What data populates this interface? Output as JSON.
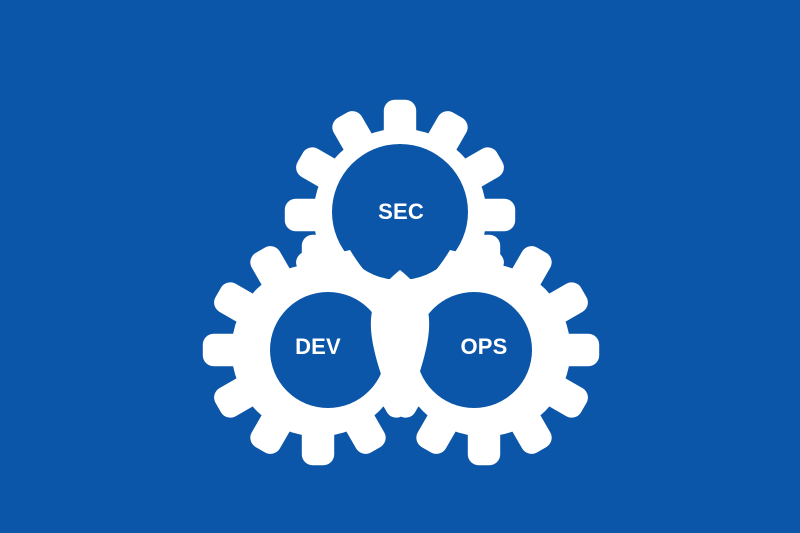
{
  "colors": {
    "background": "#0b56a8",
    "gear": "#ffffff",
    "gear_core": "#0b56a8"
  },
  "diagram": {
    "gears": [
      {
        "id": "sec",
        "label": "SEC",
        "icon": "gear-icon"
      },
      {
        "id": "dev",
        "label": "DEV",
        "icon": "gear-icon"
      },
      {
        "id": "ops",
        "label": "OPS",
        "icon": "gear-icon"
      }
    ]
  }
}
